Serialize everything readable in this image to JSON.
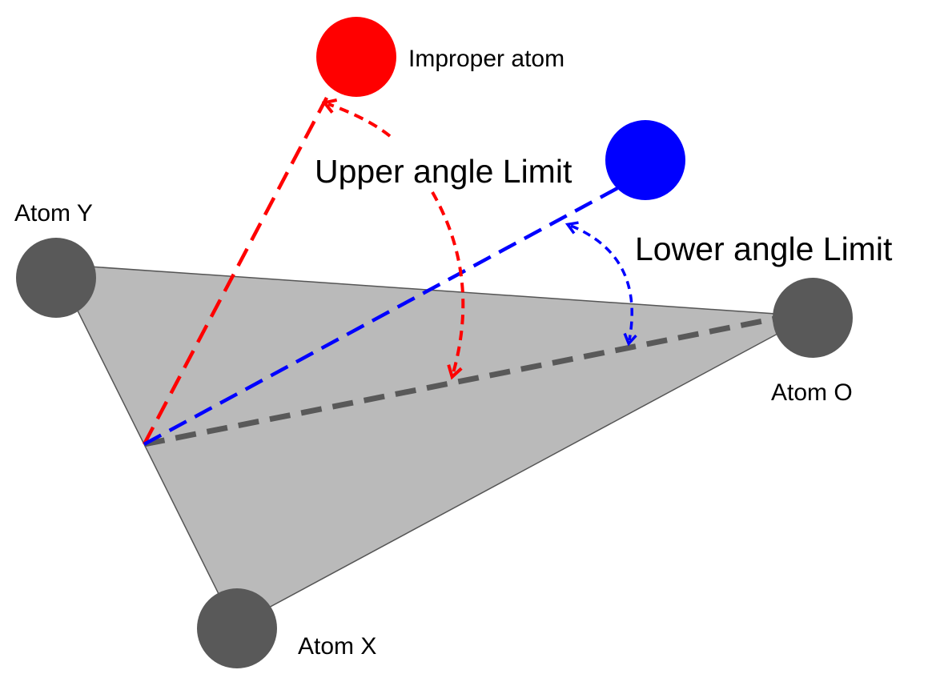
{
  "labels": {
    "atom_y": "Atom Y",
    "atom_x": "Atom X",
    "atom_o": "Atom O",
    "improper_atom": "Improper atom",
    "upper_angle_limit": "Upper angle Limit",
    "lower_angle_limit": "Lower angle Limit"
  },
  "colors": {
    "plane_fill": "#bababa",
    "plane_edge": "#555555",
    "atom_gray": "#595959",
    "improper_atom_red": "#ff0000",
    "blue_atom": "#0000ff",
    "red_dash": "#ff0000",
    "blue_dash": "#0000ff",
    "gray_dash": "#595959"
  }
}
